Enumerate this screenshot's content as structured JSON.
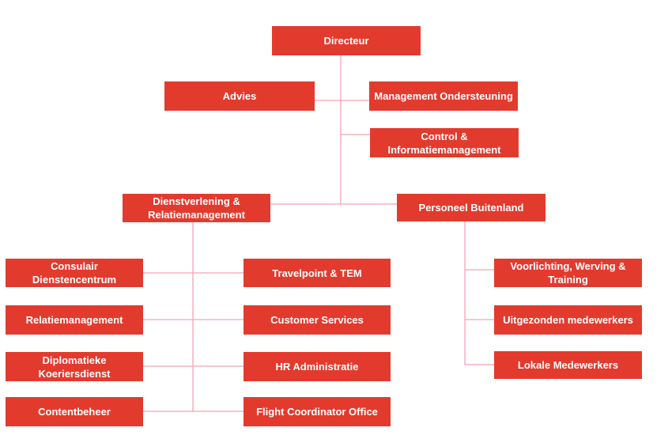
{
  "colors": {
    "box": "#e23b2e",
    "connector": "#f4a3b5",
    "text": "#ffffff"
  },
  "nodes": {
    "directeur": "Directeur",
    "advies": "Advies",
    "management_ondersteuning": "Management Ondersteuning",
    "control": "Control & Informatiemanagement",
    "dienstverlening": "Dienstverlening & Relatiemanagement",
    "personeel_buitenland": "Personeel Buitenland",
    "consulair": "Consulair Dienstencentrum",
    "travelpoint": "Travelpoint & TEM",
    "relatiemanagement": "Relatiemanagement",
    "customer_services": "Customer Services",
    "diplomatieke": "Diplomatieke Koeriersdienst",
    "hr_administratie": "HR Administratie",
    "contentbeheer": "Contentbeheer",
    "flight_coordinator": "Flight Coordinator Office",
    "voorlichting": "Voorlichting, Werving & Training",
    "uitgezonden": "Uitgezonden medewerkers",
    "lokale": "Lokale Medewerkers"
  }
}
